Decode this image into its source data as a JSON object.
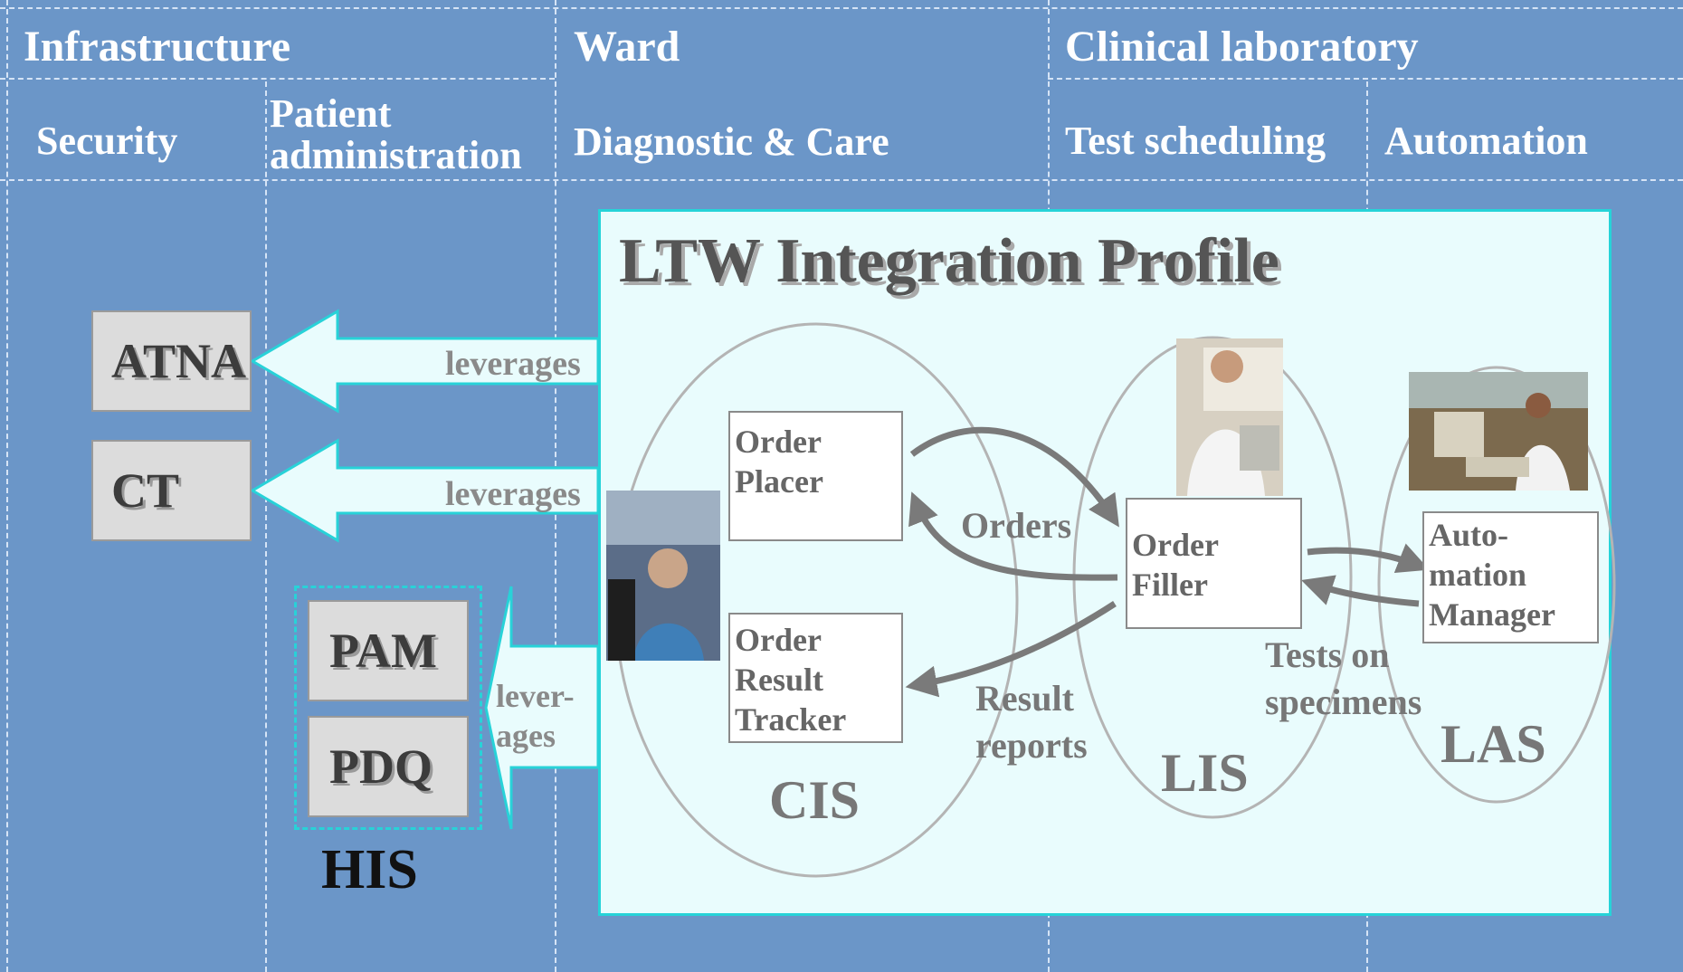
{
  "headers": {
    "infrastructure": "Infrastructure",
    "ward": "Ward",
    "clinical_laboratory": "Clinical laboratory"
  },
  "subheaders": {
    "security": "Security",
    "patient_admin_line1": "Patient",
    "patient_admin_line2": "administration",
    "diagnostic_care": "Diagnostic & Care",
    "test_scheduling": "Test scheduling",
    "automation": "Automation"
  },
  "infra_profiles": {
    "atna": "ATNA",
    "ct": "CT",
    "pam": "PAM",
    "pdq": "PDQ",
    "his": "HIS"
  },
  "arrows": {
    "leverages_1": "leverages",
    "leverages_2": "leverages",
    "leverages_3_line1": "lever-",
    "leverages_3_line2": "ages"
  },
  "profile": {
    "title": "LTW Integration Profile",
    "actors": {
      "order_placer": [
        "Order",
        "Placer"
      ],
      "order_result_tracker": [
        "Order",
        "Result",
        "Tracker"
      ],
      "order_filler": [
        "Order",
        "Filler"
      ],
      "automation_manager": [
        "Auto-",
        "mation",
        "Manager"
      ]
    },
    "flows": {
      "orders": "Orders",
      "result_line1": "Result",
      "result_line2": "reports",
      "tests_line1": "Tests on",
      "tests_line2": "specimens"
    },
    "systems": {
      "cis": "CIS",
      "lis": "LIS",
      "las": "LAS"
    }
  },
  "colors": {
    "background": "#6b96c8",
    "profile_fill": "#e9fcfd",
    "profile_border": "#26d3d8",
    "box_fill": "#dcdcdc",
    "text_gray": "#777777"
  }
}
